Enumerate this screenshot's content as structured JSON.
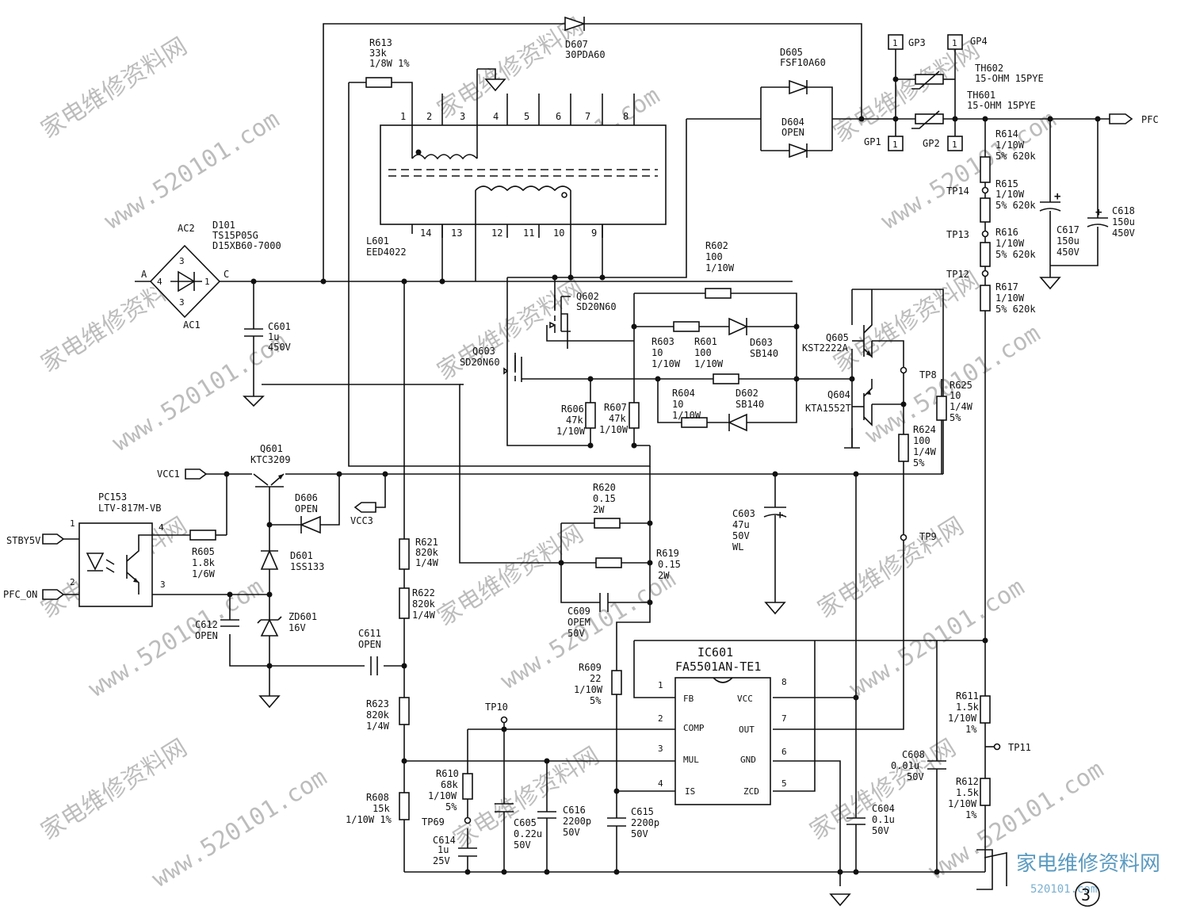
{
  "labels": {
    "d101": [
      "D101",
      "TS15P05G",
      "D15XB60-7000"
    ],
    "ac2": "AC2",
    "ac1": "AC1",
    "pin_a": "A",
    "pin_c": "C",
    "br_pins": [
      "3",
      "4",
      "1",
      "3"
    ],
    "c601": [
      "C601",
      "1u",
      "450V"
    ],
    "r613": [
      "R613",
      "33k",
      "1/8W 1%"
    ],
    "d607": [
      "D607",
      "30PDA60"
    ],
    "l601": [
      "L601",
      "EED4022"
    ],
    "top_pins": [
      "1",
      "2",
      "3",
      "4",
      "5",
      "6",
      "7",
      "8"
    ],
    "bot_pins": [
      "14",
      "13",
      "12",
      "11",
      "10",
      "9"
    ],
    "d605": [
      "D605",
      "FSF10A60"
    ],
    "d604": [
      "D604",
      "OPEN"
    ],
    "gp": [
      "GP3",
      "GP4",
      "GP1",
      "GP2"
    ],
    "gp_num": "1",
    "th602": [
      "TH602",
      "15-OHM 15PYE"
    ],
    "th601": [
      "TH601",
      "15-OHM 15PYE"
    ],
    "pfc": "PFC",
    "r614": [
      "R614",
      "1/10W",
      "5% 620k"
    ],
    "r615": [
      "R615",
      "1/10W",
      "5% 620k"
    ],
    "r616": [
      "R616",
      "1/10W",
      "5% 620k"
    ],
    "r617": [
      "R617",
      "1/10W",
      "5% 620k"
    ],
    "c617": [
      "C617",
      "150u",
      "450V"
    ],
    "c618": [
      "C618",
      "150u",
      "450V"
    ],
    "tp": [
      "TP14",
      "TP13",
      "TP12",
      "TP8",
      "TP9",
      "TP10",
      "TP69",
      "TP11"
    ],
    "r602": [
      "R602",
      "100",
      "1/10W"
    ],
    "q602": [
      "Q602",
      "SD20N60"
    ],
    "q603": [
      "Q603",
      "SD20N60"
    ],
    "r603": [
      "R603",
      "10",
      "1/10W"
    ],
    "r601": [
      "R601",
      "100",
      "1/10W"
    ],
    "d603": [
      "D603",
      "SB140"
    ],
    "r604": [
      "R604",
      "10",
      "1/10W"
    ],
    "d602": [
      "D602",
      "SB140"
    ],
    "r606": [
      "R606",
      "47k",
      "1/10W"
    ],
    "r607": [
      "R607",
      "47k",
      "1/10W"
    ],
    "q605": [
      "Q605",
      "KST2222A"
    ],
    "q604": [
      "Q604",
      "KTA1552T"
    ],
    "r625": [
      "R625",
      "10",
      "1/4W",
      "5%"
    ],
    "r624": [
      "R624",
      "100",
      "1/4W",
      "5%"
    ],
    "q601": [
      "Q601",
      "KTC3209"
    ],
    "vcc1": "VCC1",
    "vcc3": "VCC3",
    "pc153": [
      "PC153",
      "LTV-817M-VB"
    ],
    "stby": "STBY5V",
    "pfc_on": "PFC_ON",
    "pc_pins": [
      "1",
      "2",
      "4",
      "3"
    ],
    "r605": [
      "R605",
      "1.8k",
      "1/6W"
    ],
    "d606": [
      "D606",
      "OPEN"
    ],
    "d601": [
      "D601",
      "1SS133"
    ],
    "zd601": [
      "ZD601",
      "16V"
    ],
    "c612": [
      "C612",
      "OPEN"
    ],
    "c611": [
      "C611",
      "OPEN"
    ],
    "r621": [
      "R621",
      "820k",
      "1/4W"
    ],
    "r622": [
      "R622",
      "820k",
      "1/4W"
    ],
    "r623": [
      "R623",
      "820k",
      "1/4W"
    ],
    "r608": [
      "R608",
      "15k",
      "1/10W 1%"
    ],
    "r620": [
      "R620",
      "0.15",
      "2W"
    ],
    "r619": [
      "R619",
      "0.15",
      "2W"
    ],
    "c609": [
      "C609",
      "OPEM",
      "50V"
    ],
    "c603": [
      "C603",
      "47u",
      "50V",
      "WL"
    ],
    "r609": [
      "R609",
      "22",
      "1/10W",
      "5%"
    ],
    "ic601": [
      "IC601",
      "FA5501AN-TE1"
    ],
    "ic_left": [
      "FB",
      "COMP",
      "MUL",
      "IS"
    ],
    "ic_right": [
      "VCC",
      "OUT",
      "GND",
      "ZCD"
    ],
    "ic_lnum": [
      "1",
      "2",
      "3",
      "4"
    ],
    "ic_rnum": [
      "8",
      "7",
      "6",
      "5"
    ],
    "r610": [
      "R610",
      "68k",
      "1/10W",
      "5%"
    ],
    "c614": [
      "C614",
      "1u",
      "25V"
    ],
    "c605": [
      "C605",
      "0.22u",
      "50V"
    ],
    "c616": [
      "C616",
      "2200p",
      "50V"
    ],
    "c615": [
      "C615",
      "2200p",
      "50V"
    ],
    "c604": [
      "C604",
      "0.1u",
      "50V"
    ],
    "c608": [
      "C608",
      "0.01u",
      "50V"
    ],
    "r611": [
      "R611",
      "1.5k",
      "1/10W",
      "1%"
    ],
    "r612": [
      "R612",
      "1.5k",
      "1/10W",
      "1%"
    ],
    "page_mark": "3"
  },
  "watermark": {
    "site_cn": "家电维修资料网",
    "site_url": "www.520101.com",
    "logo_cn": "家电维修资料网",
    "logo_url": "520101.com"
  }
}
